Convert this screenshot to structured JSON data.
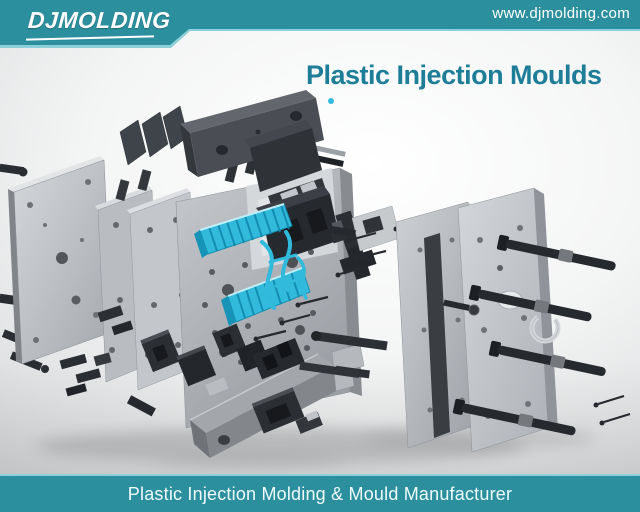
{
  "header": {
    "logo_text": "DJMOLDING",
    "website": "www.djmolding.com"
  },
  "main": {
    "title": "Plastic Injection Moulds"
  },
  "footer": {
    "tagline": "Plastic Injection Molding & Mould Manufacturer"
  },
  "colors": {
    "teal_banner": "#2b8f9e",
    "teal_highlight": "#8ed0d9",
    "title_text": "#1e7e98",
    "molded_part_cyan": "#31badb",
    "molded_part_cyan_dark": "#0e87ab",
    "metal_light": "#d8dbde",
    "metal_mid": "#b0b4b9",
    "metal_dark": "#888c91",
    "dark_steel": "#2b2e33",
    "background_light": "#f4f5f5"
  }
}
